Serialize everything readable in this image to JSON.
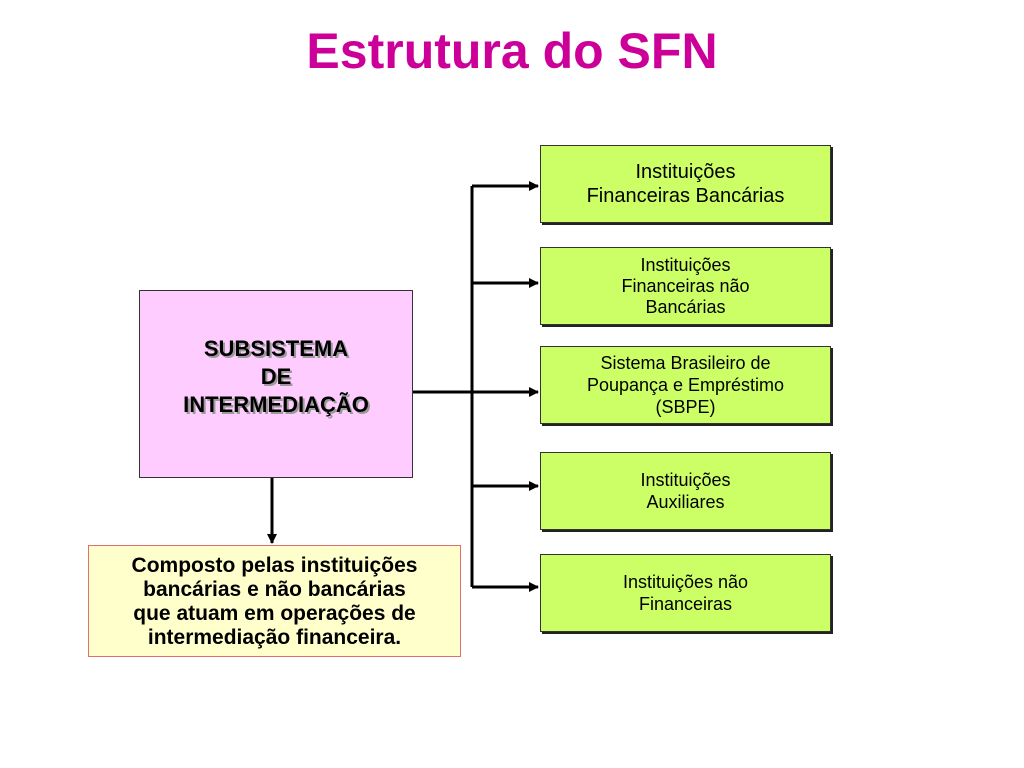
{
  "title": "Estrutura do SFN",
  "main_box": {
    "lines": [
      "SUBSISTEMA",
      "DE",
      "INTERMEDIAÇÃO"
    ]
  },
  "note": {
    "lines": [
      "Composto pelas instituições",
      "bancárias e não bancárias",
      "que atuam em operações de",
      "intermediação financeira."
    ]
  },
  "categories": [
    {
      "lines": [
        "Instituições",
        "Financeiras Bancárias"
      ]
    },
    {
      "lines": [
        "Instituições",
        "Financeiras não",
        "Bancárias"
      ]
    },
    {
      "lines": [
        "Sistema Brasileiro de",
        "Poupança e Empréstimo",
        "(SBPE)"
      ]
    },
    {
      "lines": [
        "Instituições",
        "Auxiliares"
      ]
    },
    {
      "lines": [
        "Instituições não",
        "Financeiras"
      ]
    }
  ],
  "colors": {
    "title": "#cc0099",
    "main_box_fill": "#ffccff",
    "note_fill": "#ffffcc",
    "category_fill": "#ccff66",
    "connector": "#000000"
  }
}
